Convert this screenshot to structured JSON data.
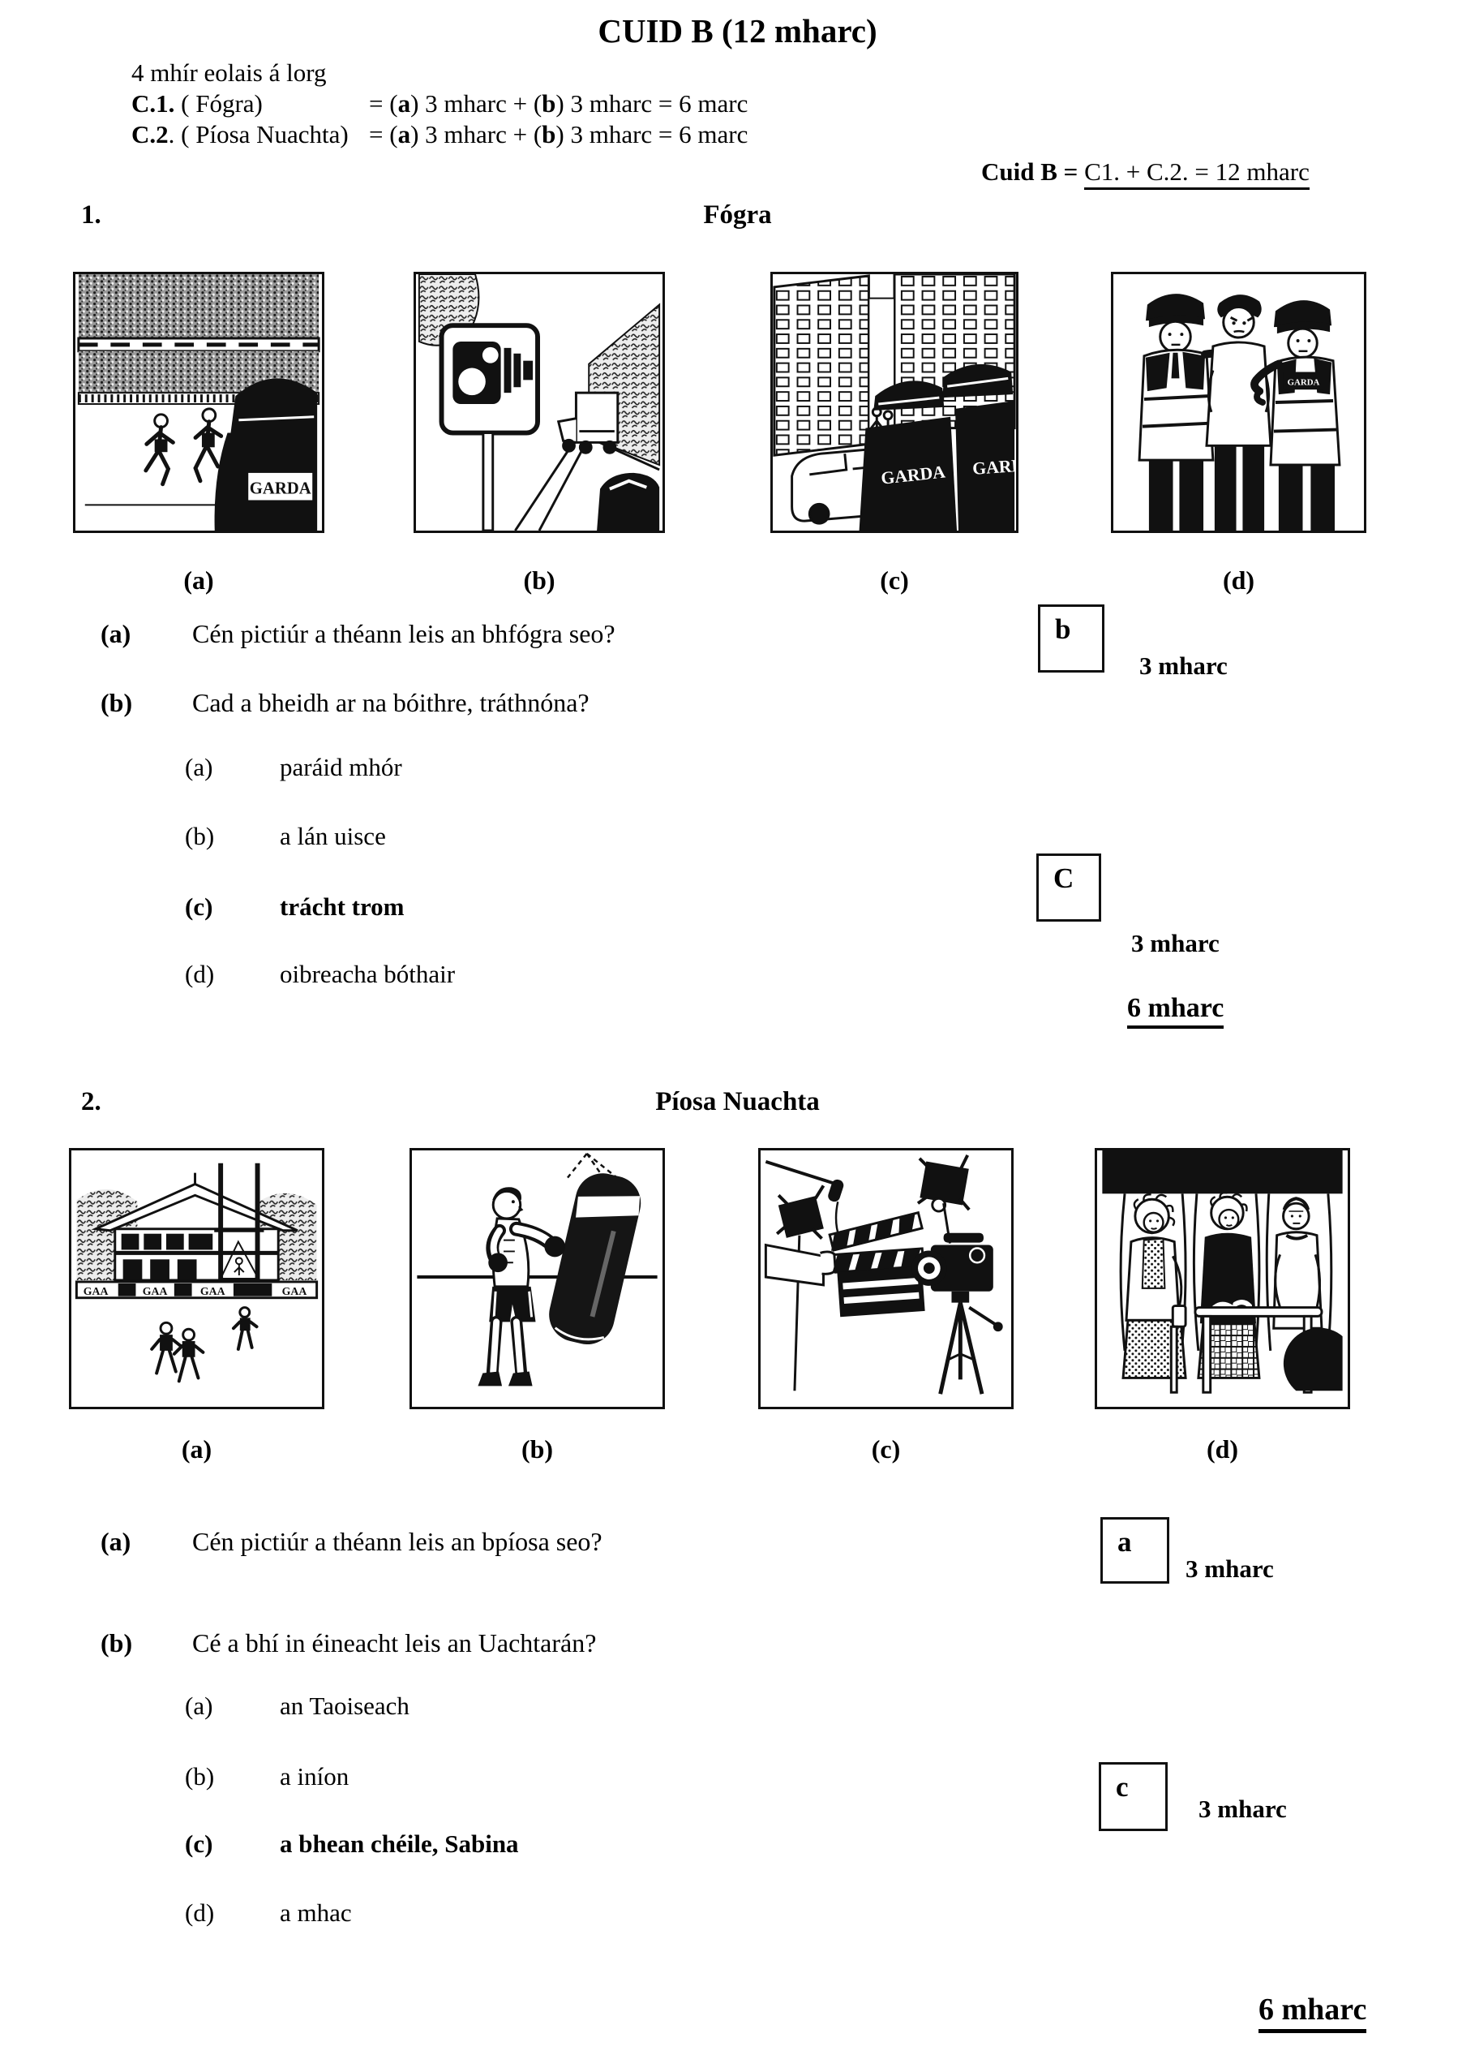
{
  "header": {
    "title": "CUID B (12 mharc)",
    "intro": "4 mhír eolais á lorg",
    "c1": {
      "prefix": "C.1.",
      "name": " ( Fógra)",
      "eq": [
        [
          "= (",
          0
        ],
        [
          "a",
          1
        ],
        [
          ") 3 mharc + (",
          0
        ],
        [
          "b",
          1
        ],
        [
          ") 3 mharc = 6 marc",
          0
        ]
      ]
    },
    "c2": {
      "prefix": "C.2",
      "name": ". ( Píosa Nuachta) ",
      "eq": [
        [
          "= (",
          0
        ],
        [
          "a",
          1
        ],
        [
          ") 3 mharc + (",
          0
        ],
        [
          "b",
          1
        ],
        [
          ") 3 mharc = 6 marc",
          0
        ]
      ]
    },
    "total": {
      "label": "Cuid B",
      "eq": " = ",
      "sum": "C1. + C.2. = 12 mharc"
    }
  },
  "section1": {
    "number": "1.",
    "heading": "Fógra",
    "badge": "GARDA",
    "image_labels": [
      "(a)",
      "(b)",
      "(c)",
      "(d)"
    ],
    "image_alts": [
      "gaa-match-with-garda",
      "speed-camera-sign-motorway",
      "street-garda-checkpoint",
      "gardai-arresting-man"
    ],
    "qa": {
      "label": "(a)",
      "text": "Cén pictiúr a théann leis an bhfógra seo?"
    },
    "qb": {
      "label": "(b)",
      "text": "Cad a bheidh ar na bóithre, tráthnóna?"
    },
    "options": [
      {
        "label": "(a)",
        "text": "paráid mhór"
      },
      {
        "label": "(b)",
        "text": "a lán uisce"
      },
      {
        "label": "(c)",
        "text": "trácht trom"
      },
      {
        "label": "(d)",
        "text": "oibreacha bóthair"
      }
    ],
    "answer_a": "b",
    "answer_b": "C",
    "marks_a": "3 mharc",
    "marks_b": "3 mharc",
    "total": "6 mharc"
  },
  "section2": {
    "number": "2.",
    "heading": "Píosa Nuachta",
    "badge": "GAA",
    "image_labels": [
      "(a)",
      "(b)",
      "(c)",
      "(d)"
    ],
    "image_alts": [
      "gaa-grounds-clubhouse",
      "boxer-punching-bag",
      "film-set-clapperboard-camera",
      "elderly-people-seated"
    ],
    "qa": {
      "label": "(a)",
      "text": "Cén pictiúr a théann leis an bpíosa seo?"
    },
    "qb": {
      "label": "(b)",
      "text": "Cé a bhí in éineacht leis an Uachtarán?"
    },
    "options": [
      {
        "label": "(a)",
        "text": "an Taoiseach"
      },
      {
        "label": "(b)",
        "text": "a iníon"
      },
      {
        "label": "(c)",
        "text": "a bhean chéile, Sabina"
      },
      {
        "label": "(d)",
        "text": "a mhac"
      }
    ],
    "answer_a": "a",
    "answer_b": "c",
    "marks_a": "3 mharc",
    "marks_b": "3 mharc",
    "total": "6 mharc"
  }
}
